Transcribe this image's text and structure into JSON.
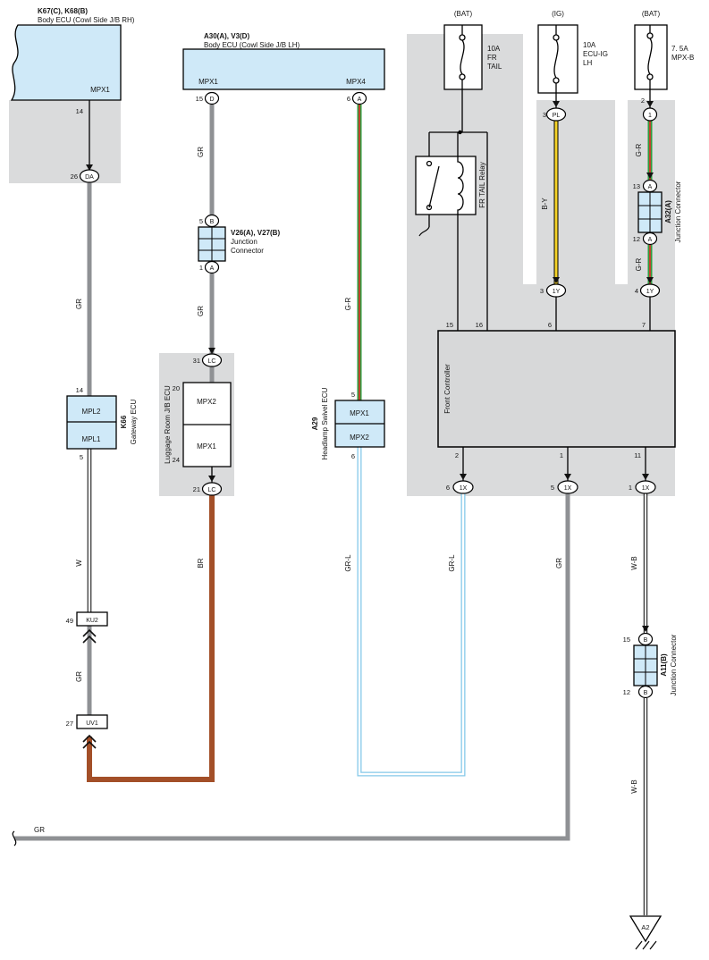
{
  "k67": {
    "title": "K67(C), K68(B)",
    "subtitle": "Body ECU (Cowl Side J/B RH)",
    "port": "MPX1",
    "pin": "14",
    "conn_pin": "26",
    "conn_code": "DA"
  },
  "k66": {
    "id": "K66",
    "desc": "Gateway ECU",
    "pin_top": "14",
    "port_top": "MPL2",
    "port_bottom": "MPL1",
    "pin_bottom": "5"
  },
  "ku2": {
    "pin": "49",
    "code": "KU2"
  },
  "uv1": {
    "pin": "27",
    "code": "UV1"
  },
  "a30": {
    "title": "A30(A), V3(D)",
    "subtitle": "Body ECU (Cowl Side J/B LH)",
    "port_left": "MPX1",
    "pin_left": "15",
    "conn_left": "D",
    "port_right": "MPX4",
    "pin_right": "6",
    "conn_right": "A"
  },
  "v26": {
    "title": "V26(A), V27(B)",
    "line1": "Junction",
    "line2": "Connector",
    "pin_top": "5",
    "conn_top": "B",
    "pin_bottom": "1",
    "conn_bottom": "A"
  },
  "lc31": {
    "pin": "31",
    "code": "LC"
  },
  "lc21": {
    "pin": "21",
    "code": "LC"
  },
  "luggage": {
    "desc": "Luggage Room J/B ECU",
    "pin_top": "20",
    "port_top": "MPX2",
    "port_bottom": "MPX1",
    "pin_bottom": "24"
  },
  "a29": {
    "id": "A29",
    "desc": "Headlamp Swivel ECU",
    "pin_top": "5",
    "port_top": "MPX1",
    "port_bottom": "MPX2",
    "pin_bottom": "6"
  },
  "fuse_frtail": {
    "source": "(BAT)",
    "rating": "10A",
    "name1": "FR",
    "name2": "TAIL"
  },
  "relay": {
    "name": "FR TAIL Relay",
    "fc_pin_left": "15",
    "fc_pin_right": "16"
  },
  "fuse_ig": {
    "source": "(IG)",
    "rating": "10A",
    "name1": "ECU-IG",
    "name2": "LH",
    "pin": "3",
    "conn_code": "PL"
  },
  "fuse_mpxb": {
    "source": "(BAT)",
    "rating": "7. 5A",
    "name1": "MPX-B",
    "pin": "2",
    "conn_code": "1"
  },
  "a32": {
    "id": "A32(A)",
    "desc": "Junction Connector",
    "pin_top": "13",
    "conn_top": "A",
    "pin_bottom": "12",
    "conn_bottom": "A"
  },
  "conn_1y_left": {
    "pin": "3",
    "code": "1Y",
    "fc_pin": "6"
  },
  "conn_1y_right": {
    "pin": "4",
    "code": "1Y",
    "fc_pin": "7"
  },
  "fc": {
    "name": "Front Controller",
    "pin_bottom_left": "2",
    "pin_bottom_mid": "1",
    "pin_bottom_right": "11"
  },
  "conn_1x_left": {
    "pin": "6",
    "code": "1X"
  },
  "conn_1x_mid": {
    "pin": "5",
    "code": "1X"
  },
  "conn_1x_right": {
    "pin": "1",
    "code": "1X"
  },
  "a11": {
    "id": "A11(B)",
    "desc": "Junction Connector",
    "pin_top": "15",
    "conn_top": "B",
    "pin_bottom": "12",
    "conn_bottom": "B"
  },
  "ground": {
    "code": "A2"
  },
  "wire_codes": {
    "gr": "GR",
    "w": "W",
    "br": "BR",
    "g_r": "G-R",
    "b_y": "B-Y",
    "gr_l": "GR-L",
    "w_b": "W-B"
  },
  "colors": {
    "wire_gray": "#8f9194",
    "wire_brown": "#a34f28",
    "wire_green": "#2f9e41",
    "wire_red": "#d03a2b",
    "wire_yellow": "#f5d327",
    "wire_blue": "#86c9e9",
    "ecu_fill": "#cfe9f8",
    "shade": "#dadbdc"
  }
}
